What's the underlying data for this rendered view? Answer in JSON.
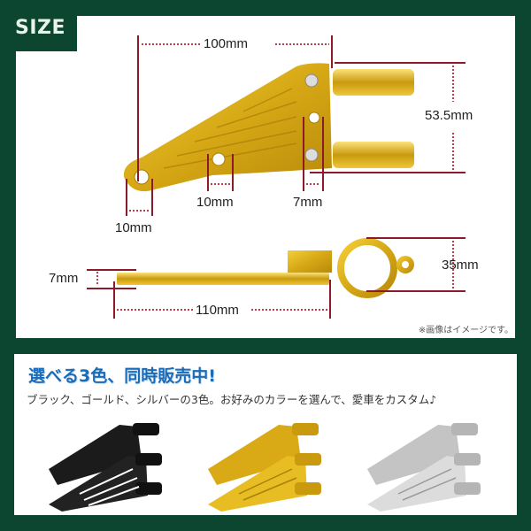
{
  "header": {
    "section_label": "SIZE"
  },
  "dimensions": {
    "width_top": "100mm",
    "height_right": "53.5mm",
    "hole_left": "10mm",
    "hole_middle": "10mm",
    "slot": "7mm",
    "clamp_diameter": "35mm",
    "thickness": "7mm",
    "length_side": "110mm"
  },
  "disclaimer": "※画像はイメージです。",
  "promo": {
    "title": "選べる3色、同時販売中!",
    "subtitle": "ブラック、ゴールド、シルバーの3色。お好みのカラーを選んで、愛車をカスタム♪"
  },
  "variants": [
    {
      "name": "black",
      "color": "#1b1b1b"
    },
    {
      "name": "gold",
      "color": "#d4a411"
    },
    {
      "name": "silver",
      "color": "#c8c8c8"
    }
  ],
  "colors": {
    "frame": "#0c4631",
    "dimension_line": "#8b1a2a",
    "product_gold": "#d4a411",
    "promo_blue": "#1a6bb8"
  }
}
